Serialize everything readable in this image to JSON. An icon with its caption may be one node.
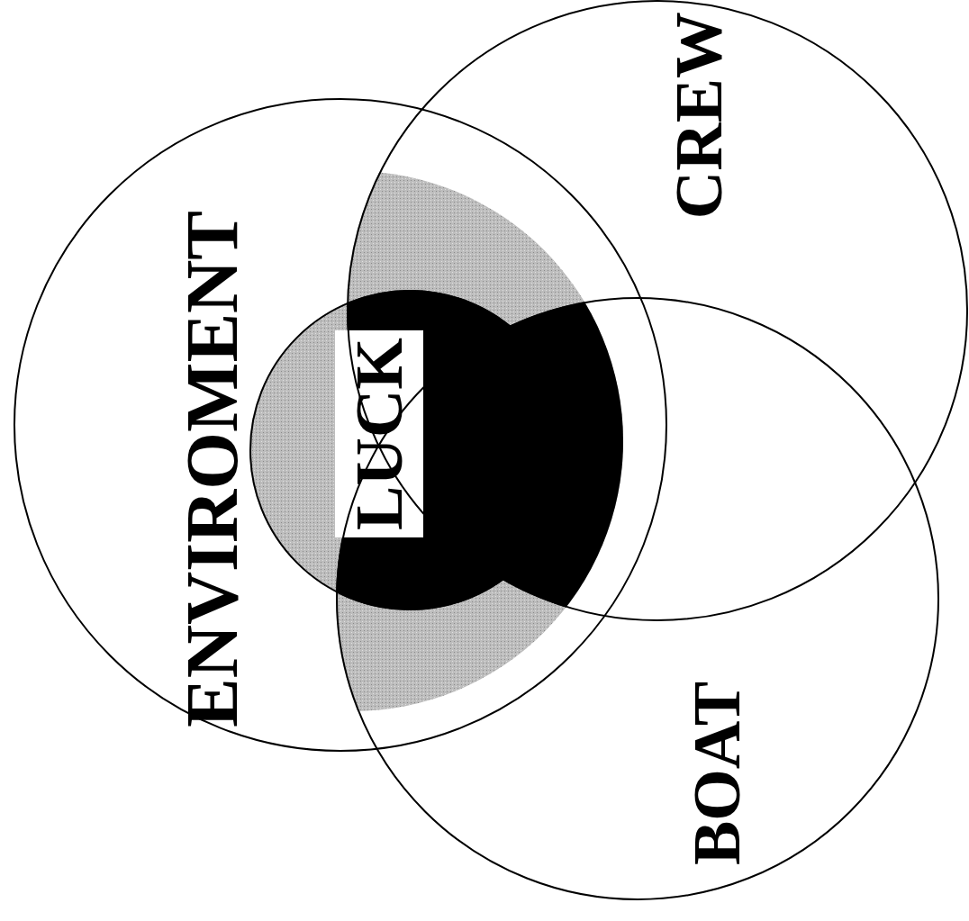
{
  "diagram": {
    "nodes": [
      {
        "text": [
          "ENVIROMENT"
        ]
      },
      {
        "text": [
          "CREW"
        ]
      },
      {
        "text": [
          "BOAT"
        ]
      },
      {
        "text": [
          "LUCK"
        ],
        "in": 0
      }
    ]
  }
}
